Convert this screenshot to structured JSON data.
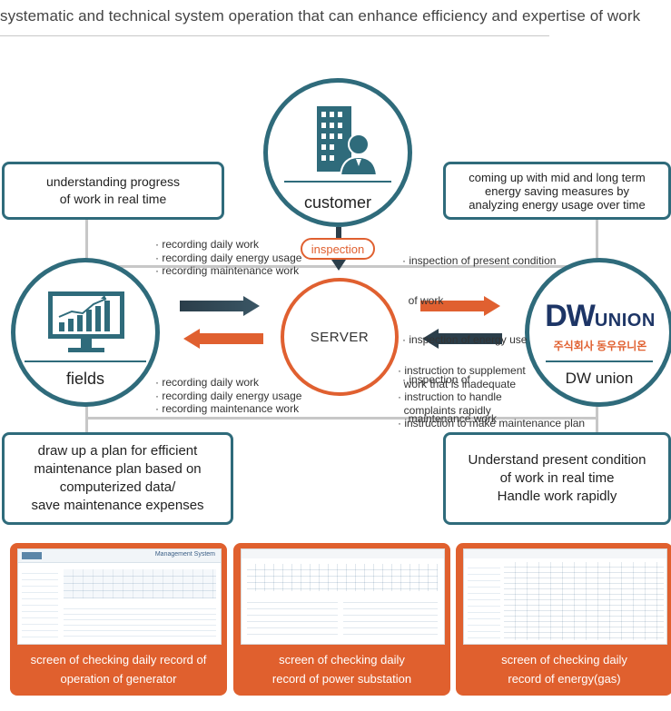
{
  "heading": "systematic and technical system operation that can enhance efficiency and expertise of work",
  "nodes": {
    "customer": "customer",
    "fields": "fields",
    "dw_union": "DW union",
    "server": "SERVER"
  },
  "logo": {
    "text": "DWUNION",
    "subtitle": "주식회사 동우유니온",
    "colors": {
      "navy": "#1d3566",
      "orange": "#e06030"
    }
  },
  "boxes": {
    "top_left": [
      "understanding progress",
      "of work in real time"
    ],
    "top_right": [
      "coming up with mid and long term",
      "energy saving measures by",
      "analyzing energy usage over time"
    ],
    "bottom_left": [
      "draw up a plan for efficient",
      "maintenance plan based on",
      "computerized data/",
      "save maintenance expenses"
    ],
    "bottom_right": [
      "Understand present condition",
      "of work in real time",
      "Handle work rapidly"
    ]
  },
  "flows": {
    "inspection_label": "inspection",
    "fields_to_server": [
      "· recording daily work",
      "· recording daily energy usage",
      "· recording maintenance work"
    ],
    "server_to_fields": [
      "· recording daily work",
      "· recording daily energy usage",
      "· recording maintenance work"
    ],
    "server_to_dw": [
      "· inspection of present condition",
      "  of work",
      "· inspection of energy use",
      "· inspection of",
      "  maintenance work"
    ],
    "dw_to_server": [
      "· instruction to supplement",
      "  work that is inadequate",
      "· instruction to handle",
      "  complaints rapidly",
      "· instruction to make maintenance plan"
    ]
  },
  "cards": [
    {
      "caption": [
        "screen of checking daily record of",
        "operation of generator"
      ],
      "shot_title": "Management System"
    },
    {
      "caption": [
        "screen of checking daily",
        "record of power substation"
      ]
    },
    {
      "caption": [
        "screen of checking daily",
        "record of energy(gas)"
      ]
    }
  ],
  "colors": {
    "teal": "#2f6b7b",
    "orange": "#e06030",
    "dark_arrow": "#2b3e4a"
  }
}
